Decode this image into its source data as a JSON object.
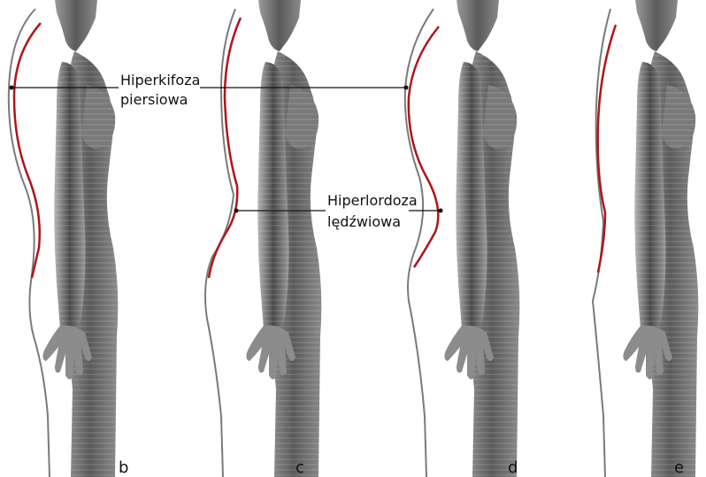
{
  "colors": {
    "spine_curve": "#b0141b",
    "pointer_line": "#111111",
    "body_gray": "#6a6a6a",
    "body_dark": "#3a3a3a",
    "background": "#ffffff"
  },
  "panels": [
    {
      "letter": "b"
    },
    {
      "letter": "c"
    },
    {
      "letter": "d"
    },
    {
      "letter": "e"
    }
  ],
  "labels": {
    "kyphosis": {
      "line1": "Hiperkifoza",
      "line2": "piersiowa"
    },
    "lordosis": {
      "line1": "Hiperlordoza",
      "line2": "lędźwiowa"
    }
  }
}
